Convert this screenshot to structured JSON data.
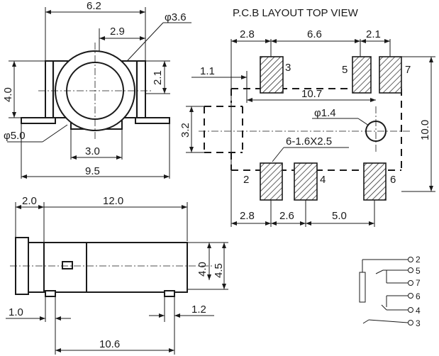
{
  "title": "P.C.B LAYOUT TOP VIEW",
  "front_view": {
    "width_top": "6.2",
    "offset": "2.9",
    "hole_dia": "φ3.6",
    "height_left": "4.0",
    "height_right": "2.1",
    "base_dia": "φ5.0",
    "inner_width": "3.0",
    "base_width": "9.5"
  },
  "side_view": {
    "flange": "2.0",
    "length": "12.0",
    "height_a": "4.0",
    "height_b": "4.5",
    "pin_left": "1.0",
    "pin_right": "1.2",
    "overall": "10.6"
  },
  "pcb_layout": {
    "top_dims": [
      "2.8",
      "6.6",
      "2.1"
    ],
    "offset_left": "1.1",
    "center_dist": "10.7",
    "hole": "φ1.4",
    "height": "10.0",
    "side_height": "3.2",
    "pad_spec": "6-1.6X2.5",
    "bottom_dims": [
      "2.8",
      "2.6",
      "5.0"
    ],
    "pins": [
      "3",
      "5",
      "7",
      "2",
      "4",
      "6"
    ]
  },
  "schematic": {
    "pins": [
      "2",
      "5",
      "7",
      "6",
      "4",
      "3"
    ]
  }
}
